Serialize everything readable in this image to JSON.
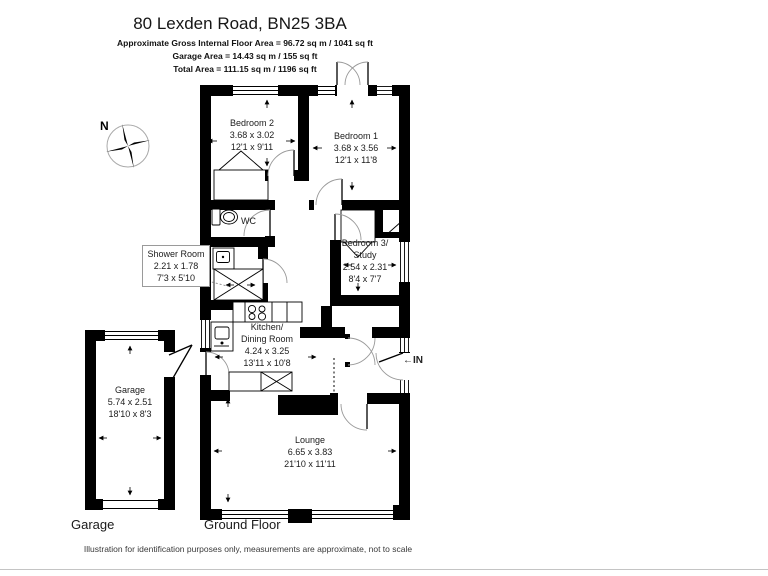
{
  "header": {
    "title": "80 Lexden Road, BN25 3BA",
    "area_lines": [
      "Approximate Gross Internal Floor Area = 96.72 sq m / 1041 sq ft",
      "Garage Area = 14.43 sq m / 155 sq ft",
      "Total Area = 111.15 sq m / 1196 sq ft"
    ]
  },
  "compass": {
    "north_label": "N"
  },
  "rooms": {
    "bedroom2": {
      "lines": [
        "Bedroom 2",
        "3.68 x 3.02",
        "12'1 x 9'11"
      ]
    },
    "bedroom1": {
      "lines": [
        "Bedroom 1",
        "3.68 x 3.56",
        "12'1 x 11'8"
      ]
    },
    "wc": {
      "lines": [
        "WC"
      ]
    },
    "shower_room": {
      "lines": [
        "Shower Room",
        "2.21 x 1.78",
        "7'3 x 5'10"
      ]
    },
    "bedroom3": {
      "lines": [
        "Bedroom 3/",
        "Study",
        "2.54 x 2.31",
        "8'4 x 7'7"
      ]
    },
    "kitchen": {
      "lines": [
        "Kitchen/",
        "Dining Room",
        "4.24 x 3.25",
        "13'11 x 10'8"
      ]
    },
    "garage": {
      "lines": [
        "Garage",
        "5.74 x 2.51",
        "18'10 x 8'3"
      ]
    },
    "lounge": {
      "lines": [
        "Lounge",
        "6.65 x 3.83",
        "21'10 x 11'11"
      ]
    }
  },
  "entrance": {
    "arrow": "←",
    "label": "IN"
  },
  "footer": {
    "garage_label": "Garage",
    "floor_label": "Ground Floor",
    "disclaimer": "Illustration for identification purposes only, measurements are approximate, not to scale"
  },
  "colors": {
    "wall": "#000000",
    "background": "#ffffff",
    "door_arc": "#999999"
  }
}
